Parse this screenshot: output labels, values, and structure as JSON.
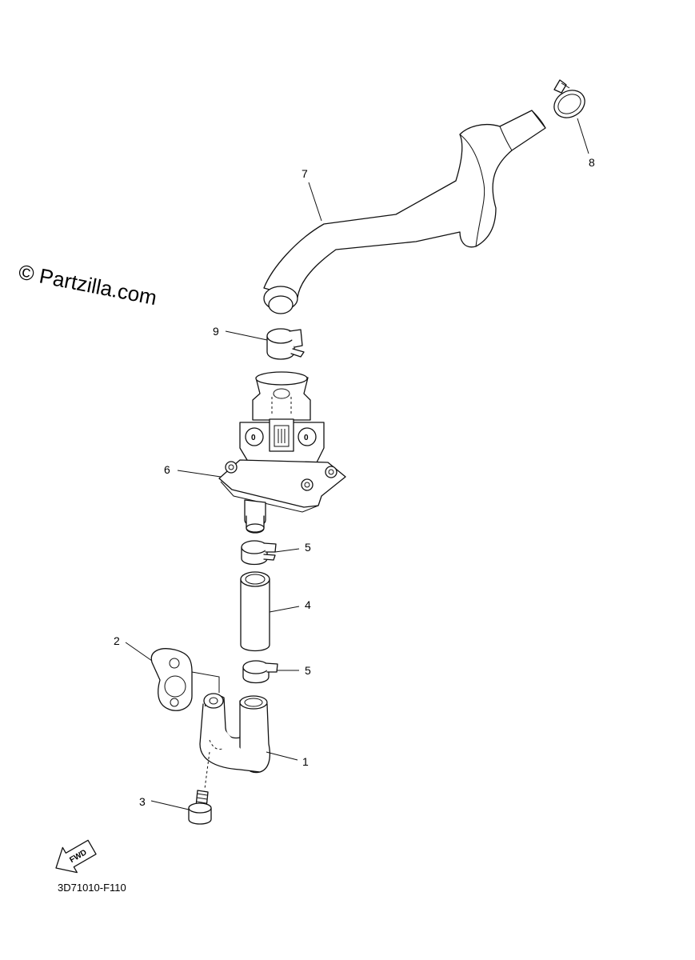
{
  "watermark": "© Partzilla.com",
  "diagram_code": "3D71010-F110",
  "fwd_label": "FWD",
  "callouts": {
    "c1": "1",
    "c2": "2",
    "c3": "3",
    "c4": "4",
    "c5a": "5",
    "c5b": "5",
    "c6": "6",
    "c7": "7",
    "c8": "8",
    "c9": "9"
  },
  "valve_marks": {
    "left": "0",
    "right": "0"
  }
}
